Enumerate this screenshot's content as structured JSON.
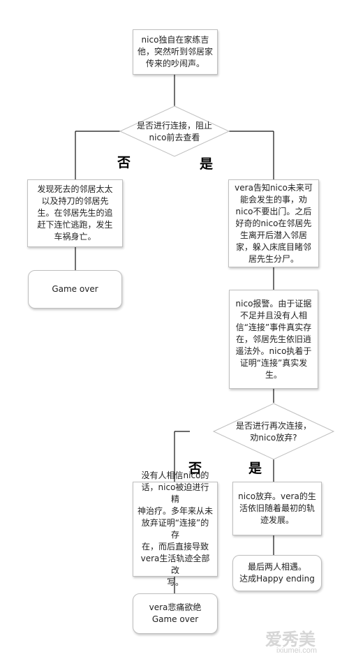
{
  "nodes": {
    "n1": "nico独自在家练吉\n他，突然听到邻居家\n传来的吵闹声。",
    "d1": "是否进行连接，阻止\nnico前去查看",
    "n_left1": "发现死去的邻居太太\n以及持刀的邻居先\n生。在邻居先生的追\n赶下连忙逃跑，发生\n车祸身亡。",
    "n_over1": "Game over",
    "n_right1": "vera告知nico未来可\n能会发生的事，劝\nnico不要出门。之后\n好奇的nico在邻居先\n生离开后潜入邻居\n家，躲入床底目睹邻\n居先生分尸。",
    "n_report": "nico报警。由于证据\n不足并且没有人相\n信“连接”事件真实存\n在，邻居先生依旧逍\n遥法外。nico执着于\n证明“连接”真实发\n生。",
    "d2": "是否进行再次连接，\n劝nico放弃?",
    "n_left2": "没有人相信nico的\n话，nico被迫进行精\n神治疗。多年来从未\n放弃证明“连接”的存\n在，而后直接导致\nvera生活轨迹全部改\n写。",
    "n_over2": "vera悲痛欲绝\nGame over",
    "n_right2": "nico放弃。vera的生\n活依旧随着最初的轨\n迹发展。",
    "n_happy": "最后两人相遇。\n达成Happy ending"
  },
  "branches": {
    "no1": "否",
    "yes1": "是",
    "no2": "否",
    "yes2": "是"
  },
  "watermark": {
    "cn": "爱秀美",
    "url": "ixiumei.com"
  }
}
